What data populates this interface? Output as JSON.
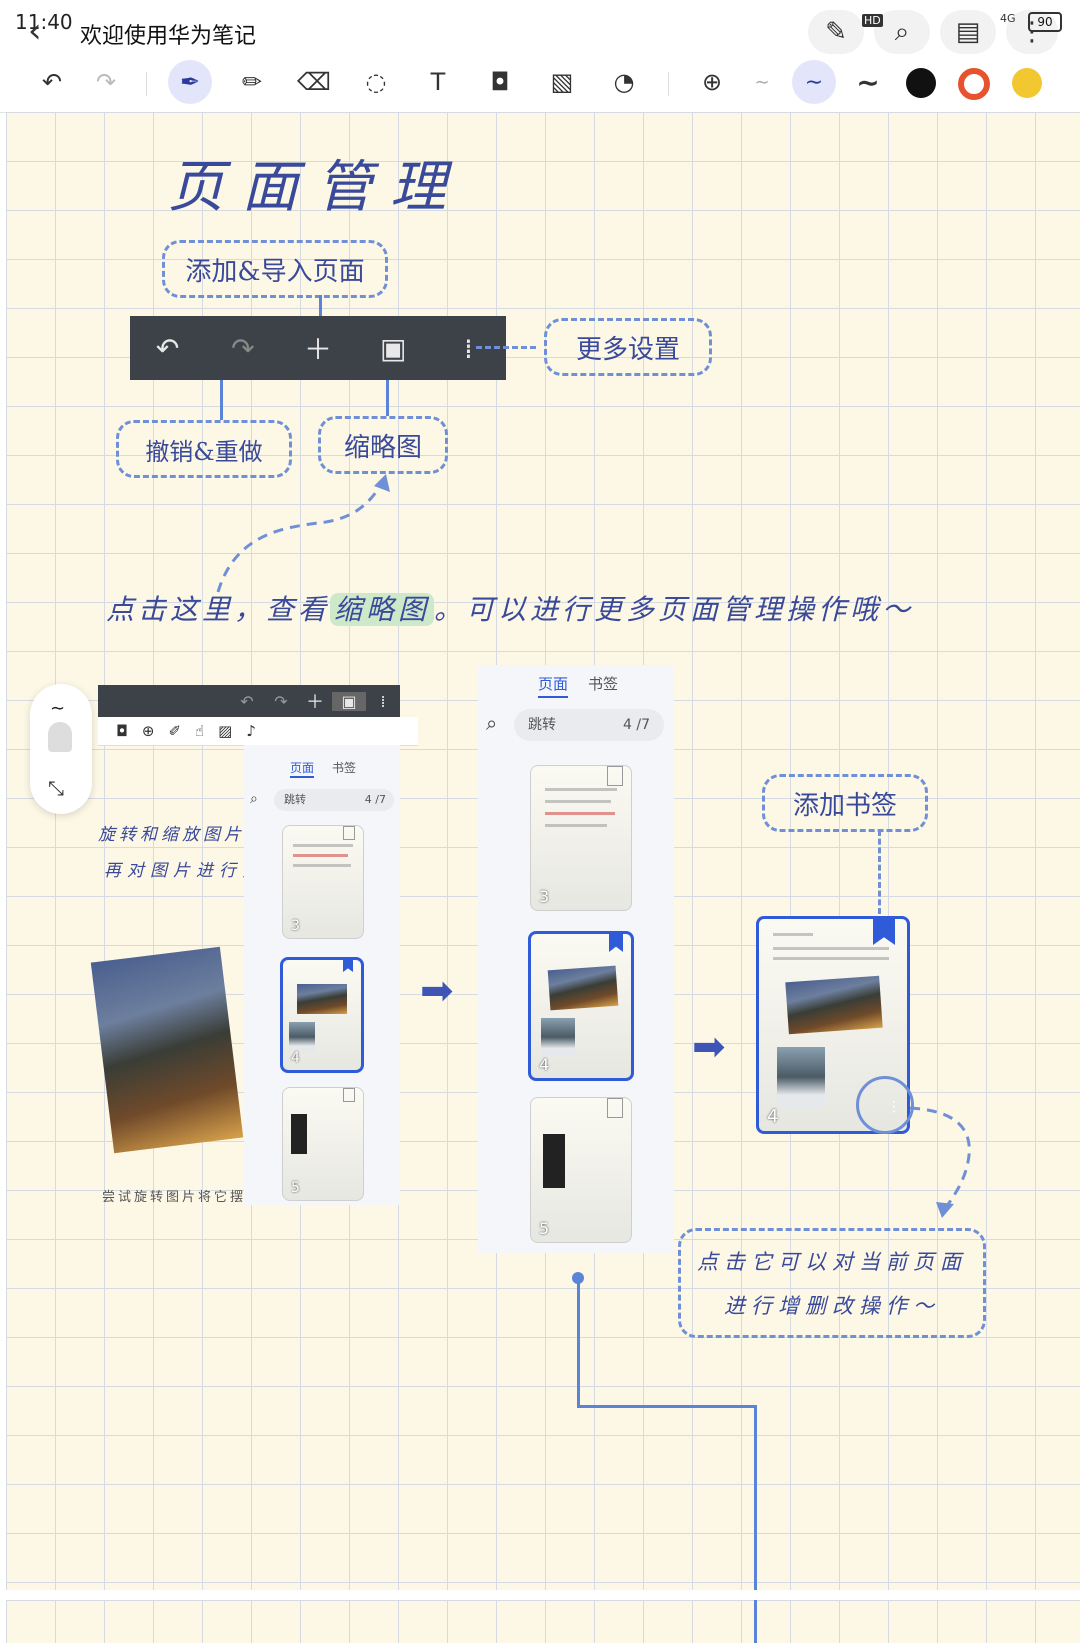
{
  "status_bar": {
    "time": "11:40",
    "hd_label": "HD",
    "network_label": "4G",
    "battery": "90"
  },
  "header": {
    "back_icon": "arrow-left-icon",
    "title": "欢迎使用华为笔记"
  },
  "top_icons": [
    "pen-plus-icon",
    "search-icon",
    "book-icon",
    "more-icon"
  ],
  "toolbar": {
    "tools": [
      "undo-icon",
      "redo-icon",
      "fountain-pen-icon",
      "marker-icon",
      "eraser-icon",
      "lasso-icon",
      "text-box-icon",
      "shape-icon",
      "image-icon",
      "sticky-icon",
      "zoom-icon",
      "stroke-thin-icon",
      "stroke-medium-icon",
      "stroke-thick-icon"
    ],
    "colors": [
      "#111111",
      "#e8532f",
      "#f2c830"
    ]
  },
  "canvas": {
    "heading": "页面管理",
    "add_import_label": "添加&导入页面",
    "more_settings_label": "更多设置",
    "undo_redo_label": "撤销&重做",
    "thumbnail_label": "缩略图",
    "hint_text_1": "点击这里，查看",
    "hint_highlight": "缩略图",
    "hint_text_2": "。可以进行更多页面管理操作哦～",
    "add_bookmark_label": "添加书签",
    "tip_line_1": "点击它可以对当前页面",
    "tip_line_2": "进行增删改操作～"
  },
  "page_bar": {
    "icons": [
      "undo-icon",
      "redo-icon",
      "add-icon",
      "panel-icon",
      "more-icon"
    ]
  },
  "mini_tools": [
    "lasso-icon",
    "zoom-icon",
    "highlighter-icon",
    "touch-icon",
    "texture-icon",
    "mic-icon"
  ],
  "left_note": {
    "line1": "旋转和缩放图片，",
    "line2": "再对图片进行操",
    "line3": "尝试旋转图片将它摆正"
  },
  "panel": {
    "tab_pages": "页面",
    "tab_bookmarks": "书签",
    "search_placeholder": "跳转",
    "page_counter": "4 /7",
    "thumb_numbers": [
      "3",
      "4",
      "5"
    ]
  },
  "big_thumb": {
    "number": "4"
  },
  "colors": {
    "accent": "#2f5bd8",
    "dash": "#6f8fd6",
    "ink": "#3a4a9a",
    "paper": "#fdf8e6"
  }
}
